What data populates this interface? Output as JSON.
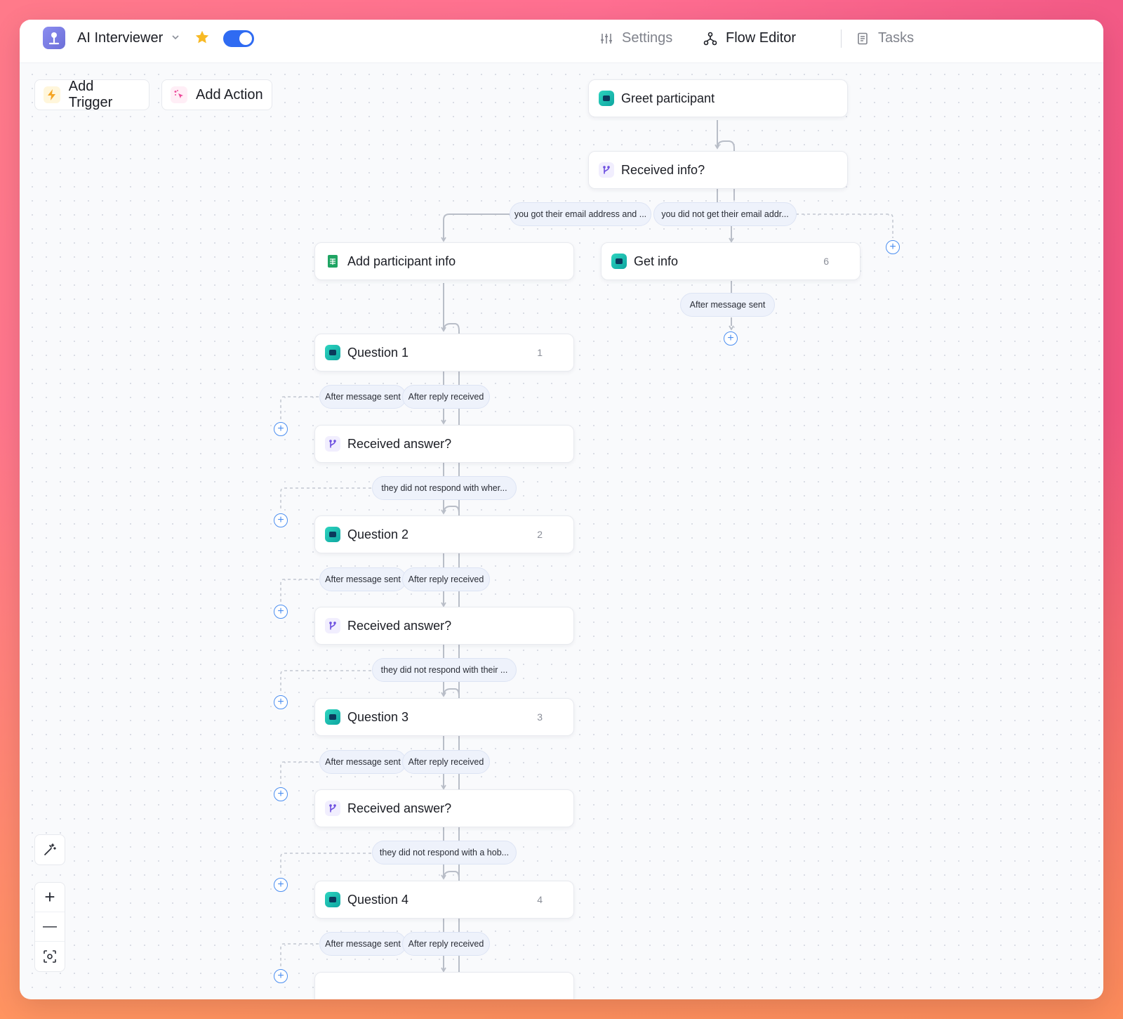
{
  "app": {
    "title": "AI Interviewer",
    "accent": "#2f6bf2",
    "star_color": "#f7b924"
  },
  "nav": {
    "settings": "Settings",
    "flow_editor": "Flow Editor",
    "tasks": "Tasks"
  },
  "toolbar": {
    "add_trigger": "Add Trigger",
    "add_action": "Add Action"
  },
  "nodes": {
    "greet": "Greet participant",
    "received_info": "Received info?",
    "add_participant_info": "Add participant info",
    "get_info": {
      "label": "Get info",
      "count": "6"
    },
    "q1": {
      "label": "Question 1",
      "count": "1"
    },
    "ra1": "Received answer?",
    "q2": {
      "label": "Question 2",
      "count": "2"
    },
    "ra2": "Received answer?",
    "q3": {
      "label": "Question 3",
      "count": "3"
    },
    "ra3": "Received answer?",
    "q4": {
      "label": "Question 4",
      "count": "4"
    }
  },
  "edges": {
    "email_yes": "you got their email address and ...",
    "email_no": "you did not get their email addr...",
    "after_message_sent": "After message sent",
    "after_reply_received": "After reply received",
    "no_resp_1": "they did not respond with wher...",
    "no_resp_2": "they did not respond with their ...",
    "no_resp_3": "they did not respond with a hob..."
  },
  "zoom_controls": {
    "zoom_in": "+",
    "zoom_out": "—"
  }
}
